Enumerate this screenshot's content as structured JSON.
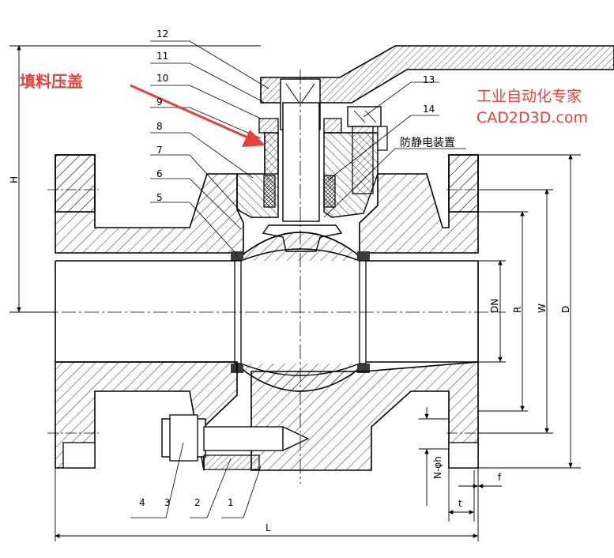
{
  "annotation": {
    "text": "填料压盖",
    "color": "#e8413b"
  },
  "watermark": {
    "line1": "工业自动化专家",
    "line2": "CAD2D3D.com",
    "color": "#e8413b"
  },
  "antistatic_label": "防静电装置",
  "part_numbers": [
    "12",
    "11",
    "10",
    "9",
    "8",
    "7",
    "6",
    "5",
    "13",
    "14",
    "4",
    "3",
    "2",
    "1"
  ],
  "dimensions": {
    "H": "H",
    "DN": "DN",
    "R": "R",
    "W": "W",
    "D": "D",
    "N_phi_h": "N-φh",
    "f": "f",
    "t": "t",
    "L": "L"
  },
  "colors": {
    "line": "#000000",
    "hatch": "#000000",
    "seal": "#3a3a3a",
    "background": "#ffffff"
  }
}
